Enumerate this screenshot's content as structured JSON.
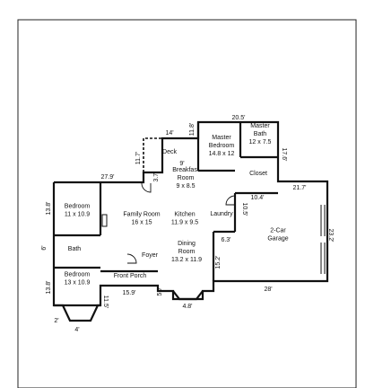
{
  "rooms": [
    {
      "id": "deck",
      "name": "Deck",
      "size": ""
    },
    {
      "id": "master-bedroom",
      "name": "Master\nBedroom",
      "size": "14.8 x 12"
    },
    {
      "id": "master-bath",
      "name": "Master\nBath",
      "size": "12 x 7.5"
    },
    {
      "id": "closet",
      "name": "Closet",
      "size": ""
    },
    {
      "id": "breakfast-room",
      "name": "Breakfast\nRoom",
      "size": "9 x 8.5"
    },
    {
      "id": "bedroom-1",
      "name": "Bedroom",
      "size": "11 x 10.9"
    },
    {
      "id": "family-room",
      "name": "Family Room",
      "size": "16 x 15"
    },
    {
      "id": "kitchen",
      "name": "Kitchen",
      "size": "11.9 x 9.5"
    },
    {
      "id": "laundry",
      "name": "Laundry",
      "size": ""
    },
    {
      "id": "garage",
      "name": "2-Car\nGarage",
      "size": ""
    },
    {
      "id": "bath",
      "name": "Bath",
      "size": ""
    },
    {
      "id": "foyer",
      "name": "Foyer",
      "size": ""
    },
    {
      "id": "dining-room",
      "name": "Dining\nRoom",
      "size": "13.2 x 11.9"
    },
    {
      "id": "bedroom-2",
      "name": "Bedroom",
      "size": "13 x 10.9"
    },
    {
      "id": "front-porch",
      "name": "Front Porch",
      "size": ""
    }
  ],
  "dimensions": [
    {
      "id": "d-20-5",
      "text": "20.5'",
      "rot": 0
    },
    {
      "id": "d-14",
      "text": "14'",
      "rot": 0
    },
    {
      "id": "d-11-8",
      "text": "11.8'",
      "rot": -90
    },
    {
      "id": "d-17-6",
      "text": "17.6'",
      "rot": 90
    },
    {
      "id": "d-9",
      "text": "9'",
      "rot": 0
    },
    {
      "id": "d-11-7",
      "text": "11.7'",
      "rot": -90
    },
    {
      "id": "d-3-7",
      "text": "3.7'",
      "rot": -90
    },
    {
      "id": "d-27-9",
      "text": "27.9'",
      "rot": 0
    },
    {
      "id": "d-10-4",
      "text": "10.4'",
      "rot": 0
    },
    {
      "id": "d-21-7",
      "text": "21.7'",
      "rot": 0
    },
    {
      "id": "d-10-5",
      "text": "10.5'",
      "rot": 90
    },
    {
      "id": "d-13-8a",
      "text": "13.8'",
      "rot": -90
    },
    {
      "id": "d-23-2",
      "text": "23.2'",
      "rot": 90
    },
    {
      "id": "d-6",
      "text": "6'",
      "rot": -90
    },
    {
      "id": "d-6-3",
      "text": "6.3'",
      "rot": 0
    },
    {
      "id": "d-15-2",
      "text": "15.2'",
      "rot": -90
    },
    {
      "id": "d-13-8b",
      "text": "13.8'",
      "rot": -90
    },
    {
      "id": "d-15-9",
      "text": "15.9'",
      "rot": 0
    },
    {
      "id": "d-28",
      "text": "28'",
      "rot": 0
    },
    {
      "id": "d-11-5",
      "text": "11.5'",
      "rot": 90
    },
    {
      "id": "d-5-7",
      "text": "5.7'",
      "rot": -90
    },
    {
      "id": "d-4-8",
      "text": "4.8'",
      "rot": 0
    },
    {
      "id": "d-2",
      "text": "2'",
      "rot": 0
    },
    {
      "id": "d-4",
      "text": "4'",
      "rot": 0
    }
  ]
}
